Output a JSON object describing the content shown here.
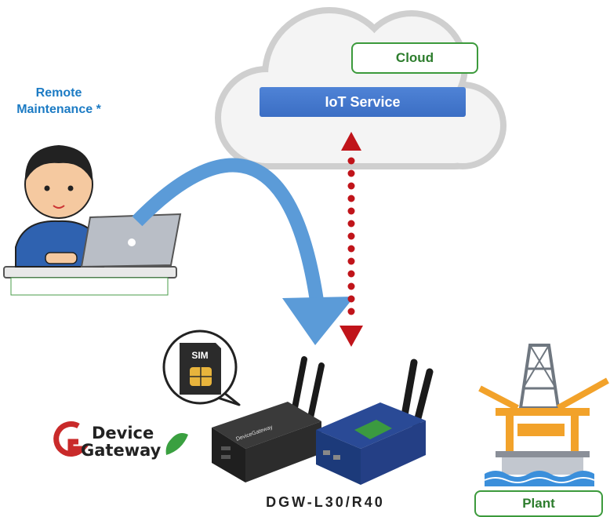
{
  "labels": {
    "cloud": "Cloud",
    "iot_service": "IoT Service",
    "remote_line1": "Remote",
    "remote_line2": "Maintenance *",
    "sim": "SIM",
    "logo_line1": "Device",
    "logo_line2": "Gateway",
    "model": "DGW-L30/R40",
    "plant": "Plant",
    "device_front": "DeviceGateway"
  },
  "colors": {
    "cloud_fill": "#f4f4f4",
    "cloud_outline": "#cfcfcf",
    "iot_bar": "#4a7fd4",
    "arrow_blue": "#5b9bd8",
    "link_red": "#c0141a",
    "box_green": "#3c9a3c",
    "label_blue": "#1c7bc4"
  }
}
